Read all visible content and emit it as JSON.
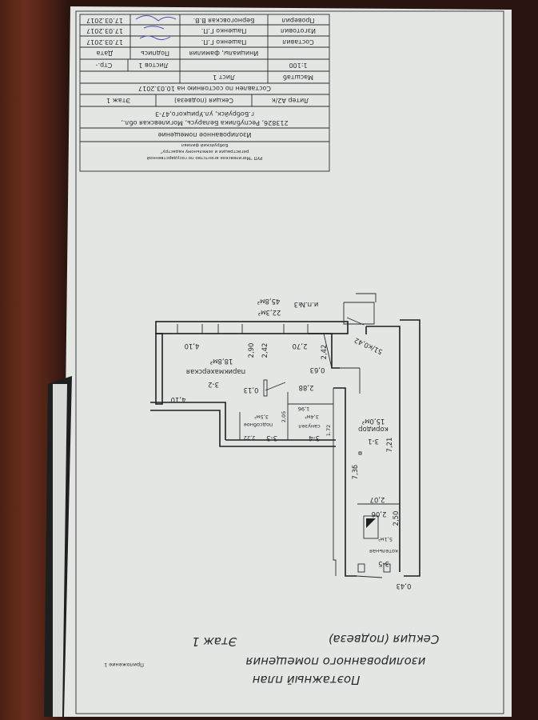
{
  "title_block": {
    "org_line1": "РУП \"Могилевское агентство по государственной",
    "org_line2": "регистрации и земельному кадастру\"",
    "org_line3": "Бобруйский филиал",
    "object_type": "Изолированное помещение",
    "address_line1": "213826, Республика Беларусь, Могилевская обл.,",
    "address_line2": "г.Бобруйск, ул.Урицкого,47-3",
    "liter": "Литер А2/к",
    "section": "Секция (подвеза)",
    "floor": "Этаж 1",
    "compiled_as_of": "Составлен по состоянию на 10.03.2017",
    "scale_label": "Масштаб",
    "scale_value": "1:100",
    "sheet": "Лист 1",
    "sheets": "Листов 1",
    "page": "Стр.-",
    "col_name": "Инициалы, фамилия",
    "col_sign": "Подпись",
    "col_date": "Дата",
    "rows": [
      {
        "role": "Составил",
        "name": "Пашенко Г.П.",
        "date": "17.03.2017"
      },
      {
        "role": "Изготовил",
        "name": "Пашенко Г.П.",
        "date": "17.03.2017"
      },
      {
        "role": "Проверил",
        "name": "Берноговская В.В.",
        "date": "17.03.2017"
      }
    ]
  },
  "plan": {
    "unit": "и.п.№3",
    "total_area": "45,8м²",
    "living_area": "22,3м²",
    "stair": "51/к0,42",
    "rooms": {
      "r31": {
        "num": "3-1",
        "name": "коридор",
        "area": "15,0м²"
      },
      "r32": {
        "num": "3-2",
        "name": "парикмахерская",
        "area": "18,8м²"
      },
      "r33": {
        "num": "3-3",
        "name": "подсобное",
        "area": "3,5м²"
      },
      "r34": {
        "num": "3-4",
        "name": "санузел",
        "area": "3,4м²"
      },
      "r35": {
        "num": "3-5",
        "name": "котельная",
        "area": "5,1м²"
      }
    },
    "dims": {
      "d_410_top": "4,10",
      "d_290": "2,90",
      "d_242a": "2,42",
      "d_270": "2,70",
      "d_242b": "2,42",
      "d_063": "0,63",
      "d_013": "0,13",
      "d_288": "2,88",
      "d_410_bot": "4,10",
      "d_205": "2,05",
      "d_196": "1,96",
      "d_172": "1,72",
      "d_222": "2,22",
      "d_721": "7,21",
      "d_735": "7,35",
      "d_207": "2,07",
      "d_206": "2,06",
      "d_250": "2,50",
      "d_043": "0,43"
    }
  },
  "heading": {
    "line1": "Поэтажный план",
    "line2": "изолированного помещения",
    "section": "Секция (подвеза)",
    "floor": "Этаж 1",
    "appendix": "Приложение 1"
  }
}
